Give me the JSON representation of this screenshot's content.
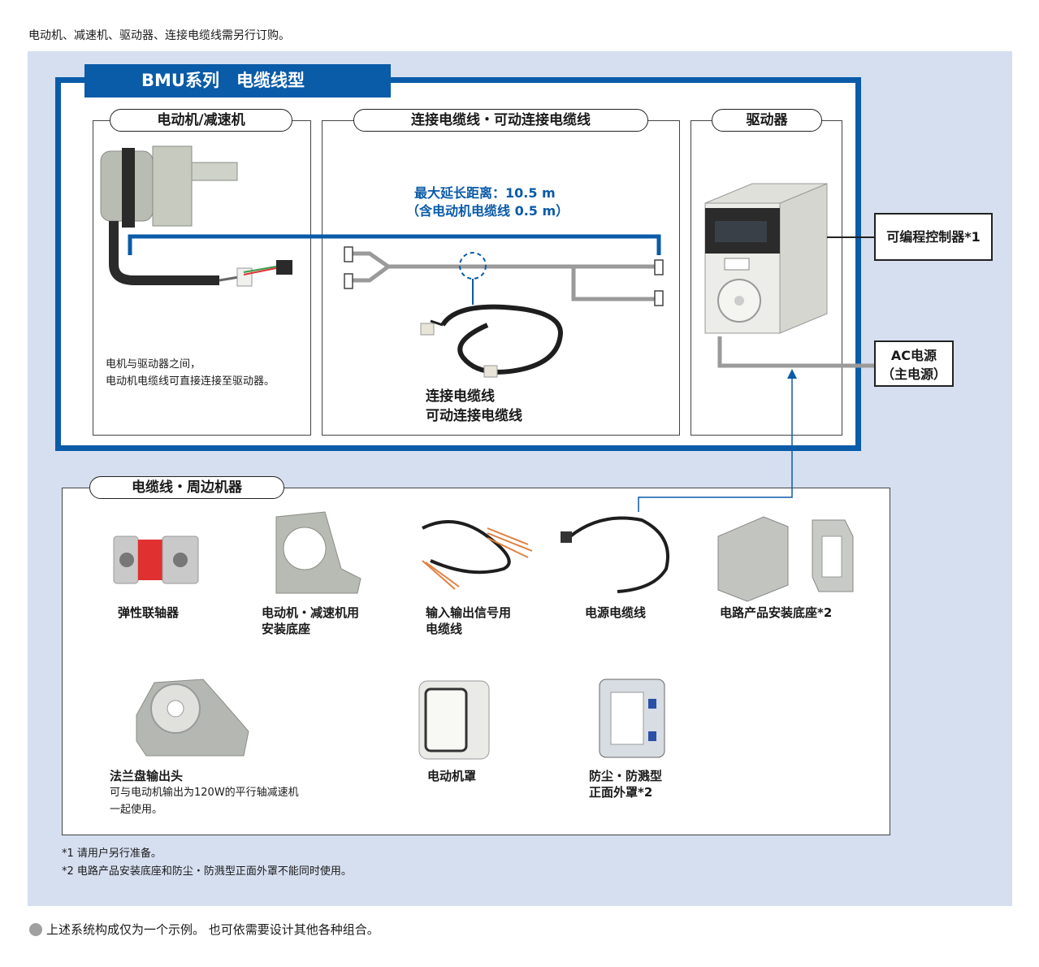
{
  "header_note": "电动机、减速机、驱动器、连接电缆线需另行订购。",
  "series_title": "BMU系列　电缆线型",
  "sections": {
    "motor": "电动机/减速机",
    "cable": "连接电缆线・可动连接电缆线",
    "driver": "驱动器",
    "peripherals": "电缆线・周边机器"
  },
  "motor_note": [
    "电机与驱动器之间，",
    "电动机电缆线可直接连接至驱动器。"
  ],
  "distance": {
    "line1": "最大延长距离：10.5 m",
    "line2": "（含电动机电缆线 0.5 m）"
  },
  "cable_caption": [
    "连接电缆线",
    "可动连接电缆线"
  ],
  "controller_label": "可编程控制器*1",
  "ac_label": [
    "AC电源",
    "（主电源）"
  ],
  "peripheral_items": [
    {
      "name": [
        "弹性联轴器"
      ]
    },
    {
      "name": [
        "电动机・减速机用",
        "安装底座"
      ]
    },
    {
      "name": [
        "输入输出信号用",
        "电缆线"
      ]
    },
    {
      "name": [
        "电源电缆线"
      ]
    },
    {
      "name": [
        "电路产品安装底座*2"
      ]
    },
    {
      "name": [
        "法兰盘输出头"
      ],
      "desc": [
        "可与电动机输出为120W的平行轴减速机",
        "一起使用。"
      ]
    },
    {
      "name": [
        "电动机罩"
      ]
    },
    {
      "name": [
        "防尘・防溅型",
        "正面外罩*2"
      ]
    }
  ],
  "footnotes": [
    "*1 请用户另行准备。",
    "*2 电路产品安装底座和防尘・防溅型正面外罩不能同时使用。"
  ],
  "bottom_note": "上述系统构成仅为一个示例。 也可依需要设计其他各种组合。",
  "colors": {
    "accent_blue": "#0a5ba8",
    "background_panel": "#d6dff0",
    "cable_gray": "#9a9a9a"
  }
}
